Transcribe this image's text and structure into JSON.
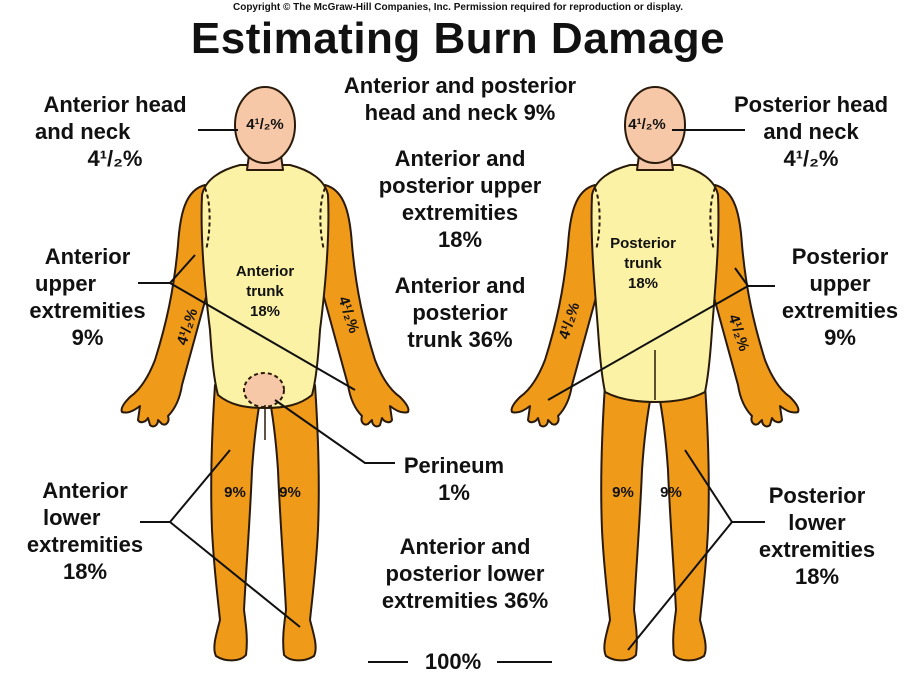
{
  "copyright": "Copyright © The McGraw-Hill Companies, Inc. Permission required for reproduction or display.",
  "title": "Estimating Burn Damage",
  "colors": {
    "skin": "#f6c8a8",
    "trunk": "#fbf2a6",
    "limb": "#f09a1a",
    "outline": "#2a1a0a"
  },
  "labels": {
    "anterior_head_neck": {
      "line1": "Anterior head",
      "line2": "and neck",
      "value": "4¹/₂%"
    },
    "posterior_head_neck": {
      "line1": "Posterior head",
      "line2": "and neck",
      "value": "4¹/₂%"
    },
    "ap_head_neck": {
      "line1": "Anterior and posterior",
      "line2": "head and neck 9%"
    },
    "ap_upper": {
      "line1": "Anterior and",
      "line2": "posterior upper",
      "line3": "extremities",
      "line4": "18%"
    },
    "anterior_upper": {
      "line1": "Anterior",
      "line2": "upper",
      "line3": "extremities",
      "line4": "9%"
    },
    "posterior_upper": {
      "line1": "Posterior",
      "line2": "upper",
      "line3": "extremities",
      "line4": "9%"
    },
    "ap_trunk": {
      "line1": "Anterior and",
      "line2": "posterior",
      "line3": "trunk 36%"
    },
    "perineum": {
      "line1": "Perineum",
      "line2": "1%"
    },
    "anterior_lower": {
      "line1": "Anterior",
      "line2": "lower",
      "line3": "extremities",
      "line4": "18%"
    },
    "posterior_lower": {
      "line1": "Posterior",
      "line2": "lower",
      "line3": "extremities",
      "line4": "18%"
    },
    "ap_lower": {
      "line1": "Anterior and",
      "line2": "posterior lower",
      "line3": "extremities 36%"
    },
    "total": "100%"
  },
  "figure_labels": {
    "front_head": "4¹/₂%",
    "front_trunk_1": "Anterior",
    "front_trunk_2": "trunk",
    "front_trunk_3": "18%",
    "front_left_arm": "4¹/₂%",
    "front_right_arm": "4¹/₂%",
    "front_left_leg": "9%",
    "front_right_leg": "9%",
    "back_head": "4¹/₂%",
    "back_trunk_1": "Posterior",
    "back_trunk_2": "trunk",
    "back_trunk_3": "18%",
    "back_left_arm": "4¹/₂%",
    "back_right_arm": "4¹/₂%",
    "back_left_leg": "9%",
    "back_right_leg": "9%"
  }
}
